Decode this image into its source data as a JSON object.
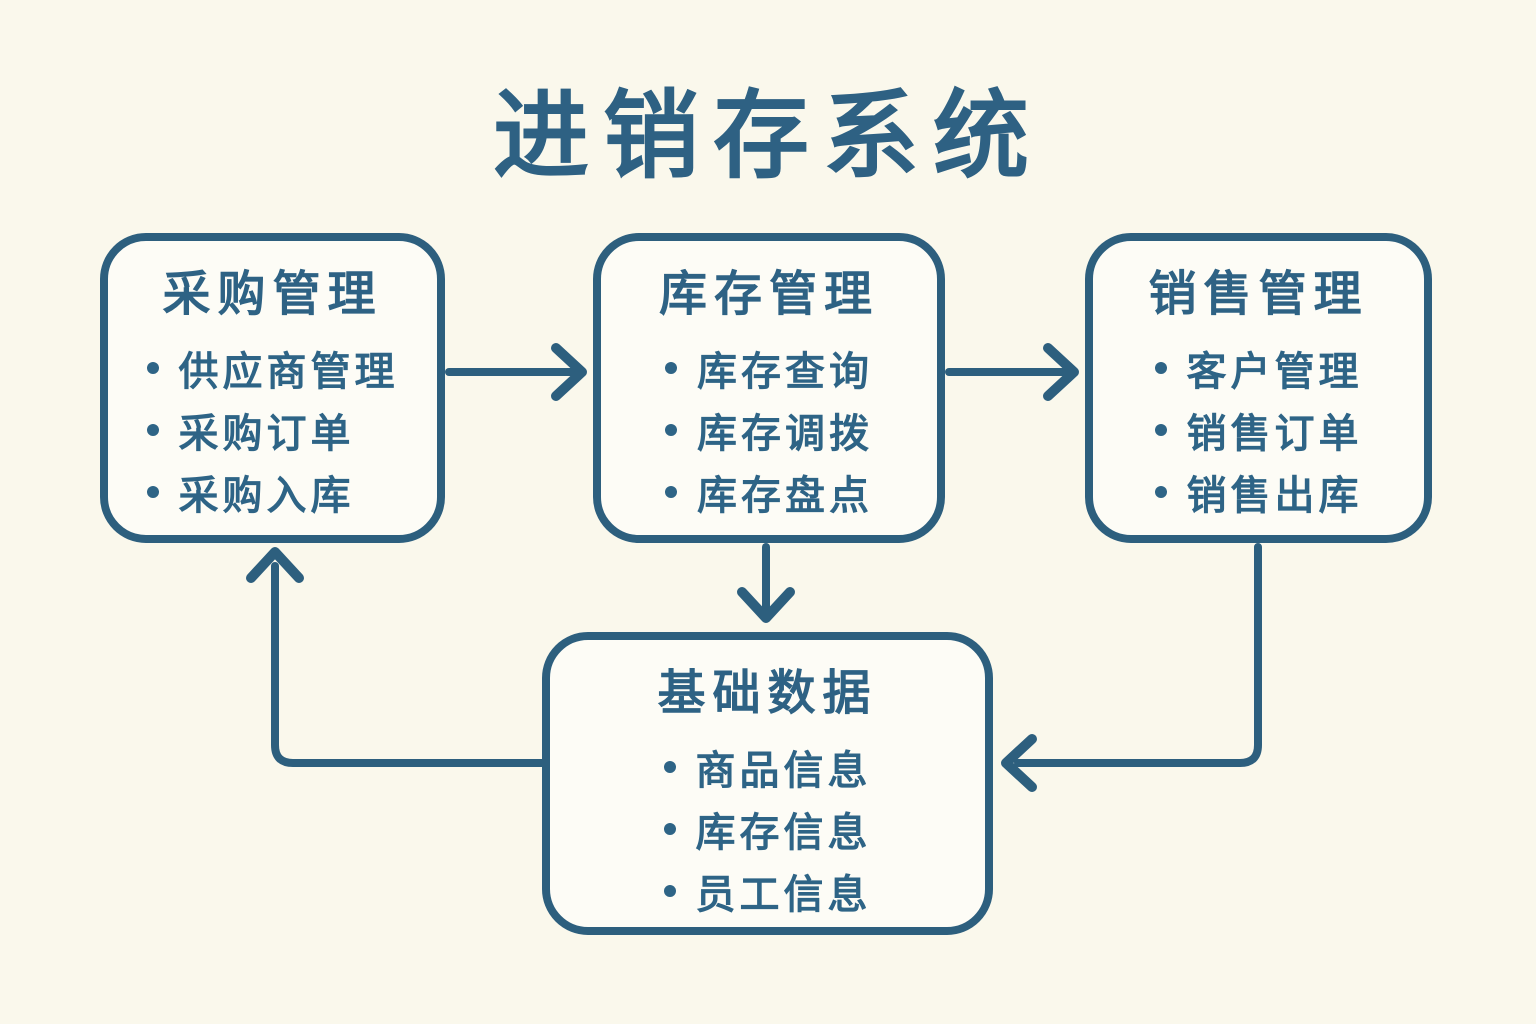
{
  "title": "进销存系统",
  "colors": {
    "background": "#faf8ec",
    "stroke": "#2d5f7e",
    "text": "#2e6486",
    "box_fill": "#fdfcf6"
  },
  "boxes": [
    {
      "id": "purchase",
      "title": "采购管理",
      "items": [
        "供应商管理",
        "采购订单",
        "采购入库"
      ]
    },
    {
      "id": "inventory",
      "title": "库存管理",
      "items": [
        "库存查询",
        "库存调拨",
        "库存盘点"
      ]
    },
    {
      "id": "sales",
      "title": "销售管理",
      "items": [
        "客户管理",
        "销售订单",
        "销售出库"
      ]
    },
    {
      "id": "basedata",
      "title": "基础数据",
      "items": [
        "商品信息",
        "库存信息",
        "员工信息"
      ]
    }
  ],
  "connections": [
    {
      "from": "采购管理",
      "to": "库存管理",
      "direction": "right"
    },
    {
      "from": "库存管理",
      "to": "销售管理",
      "direction": "right"
    },
    {
      "from": "库存管理",
      "to": "基础数据",
      "direction": "down"
    },
    {
      "from": "销售管理",
      "to": "基础数据",
      "direction": "down-then-left"
    },
    {
      "from": "基础数据",
      "to": "采购管理",
      "direction": "left-then-up"
    }
  ]
}
